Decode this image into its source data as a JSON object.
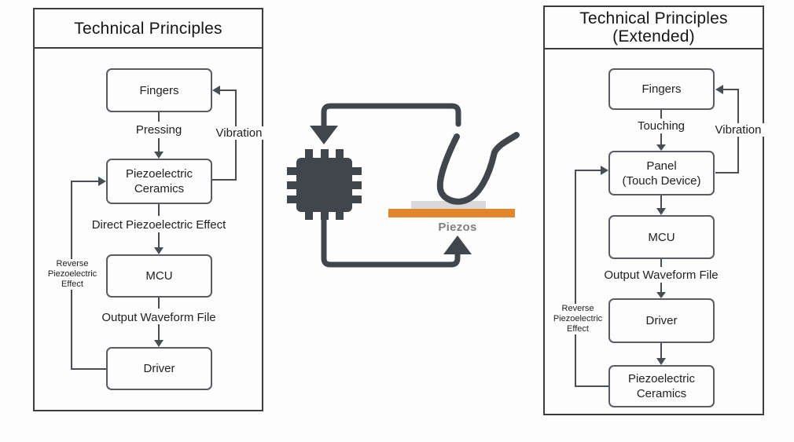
{
  "page": {
    "background": "#FDFDFD"
  },
  "left_panel": {
    "title": "Technical Principles",
    "nodes": [
      {
        "id": "fingers",
        "line1": "Fingers"
      },
      {
        "id": "piezoelectric-ceramics",
        "line1": "Piezoelectric",
        "line2": "Ceramics"
      },
      {
        "id": "mcu",
        "line1": "MCU"
      },
      {
        "id": "driver",
        "line1": "Driver"
      }
    ],
    "edge_labels": {
      "pressing": "Pressing",
      "vibration": "Vibration",
      "direct_effect": "Direct Piezoelectric Effect",
      "output_waveform": "Output Waveform File",
      "reverse_effect": "Reverse Piezoelectric Effect"
    }
  },
  "right_panel": {
    "title_line1": "Technical Principles",
    "title_line2": "(Extended)",
    "nodes": [
      {
        "id": "fingers",
        "line1": "Fingers"
      },
      {
        "id": "panel-touch-device",
        "line1": "Panel",
        "line2": "(Touch Device)"
      },
      {
        "id": "mcu",
        "line1": "MCU"
      },
      {
        "id": "driver",
        "line1": "Driver"
      },
      {
        "id": "piezoelectric-ceramics",
        "line1": "Piezoelectric",
        "line2": "Ceramics"
      }
    ],
    "edge_labels": {
      "touching": "Touching",
      "vibration": "Vibration",
      "output_waveform": "Output Waveform File",
      "reverse_effect": "Reverse Piezoelectric Effect"
    }
  },
  "center_illustration": {
    "piezos_label": "Piezos",
    "icons": [
      "chip-icon",
      "finger-touch-icon",
      "piezo-plate",
      "piezo-bar",
      "signal-loop-arrows"
    ],
    "colors": {
      "circuit_dark": "#41464D",
      "piezo_bar_orange": "#E2852B",
      "piezo_plate_gray": "#D9D9D9",
      "piezos_label_gray": "#7E8184"
    }
  },
  "styles": {
    "panel_border": "#3D3D3D",
    "box_border": "#595D62",
    "connector": "#4A4E53",
    "text": "#1F1F1F"
  }
}
